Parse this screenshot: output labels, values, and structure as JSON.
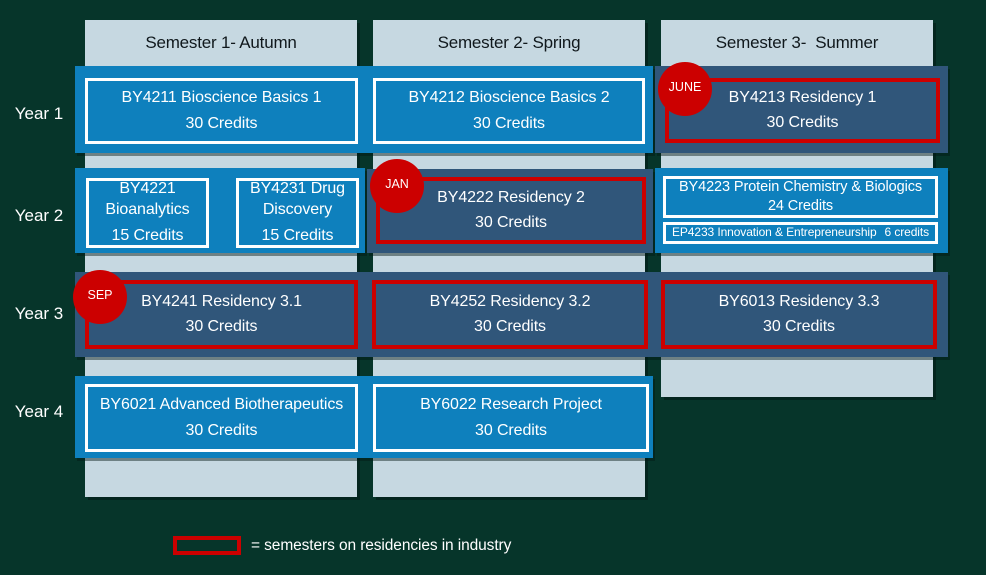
{
  "colors": {
    "background": "#06352a",
    "column_panel": "#c6d8e1",
    "taught_blue": "#0e80bd",
    "residency_slate": "#30567a",
    "residency_red": "#cc0000",
    "header_text": "#10181c",
    "text_white": "#ffffff"
  },
  "column_headers": [
    "Semester 1- Autumn",
    "Semester 2- Spring",
    "Semester 3-  Summer"
  ],
  "year_labels": [
    "Year 1",
    "Year 2",
    "Year 3",
    "Year 4"
  ],
  "month_badges": {
    "june": "JUNE",
    "jan": "JAN",
    "sep": "SEP"
  },
  "courses": {
    "by4211": {
      "title": "BY4211 Bioscience Basics 1",
      "credits": "30 Credits"
    },
    "by4212": {
      "title": "BY4212 Bioscience Basics 2",
      "credits": "30 Credits"
    },
    "by4213": {
      "title": "BY4213 Residency 1",
      "credits": "30 Credits"
    },
    "by4221": {
      "title": "BY4221 Bioanalytics",
      "credits": "15 Credits"
    },
    "by4231": {
      "title": "BY4231 Drug Discovery",
      "credits": "15 Credits"
    },
    "by4222": {
      "title": "BY4222 Residency 2",
      "credits": "30 Credits"
    },
    "by4223": {
      "title": "BY4223 Protein Chemistry & Biologics",
      "credits": "24 Credits"
    },
    "ep4233": {
      "title": "EP4233 Innovation & Entrepreneurship",
      "credits": "6 credits"
    },
    "by4241": {
      "title": "BY4241 Residency 3.1",
      "credits": "30 Credits"
    },
    "by4252": {
      "title": "BY4252 Residency 3.2",
      "credits": "30 Credits"
    },
    "by6013": {
      "title": "BY6013 Residency 3.3",
      "credits": "30 Credits"
    },
    "by6021": {
      "title": "BY6021 Advanced Biotherapeutics",
      "credits": "30 Credits"
    },
    "by6022": {
      "title": "BY6022 Research Project",
      "credits": "30 Credits"
    }
  },
  "legend": {
    "label": "= semesters on residencies in industry"
  }
}
